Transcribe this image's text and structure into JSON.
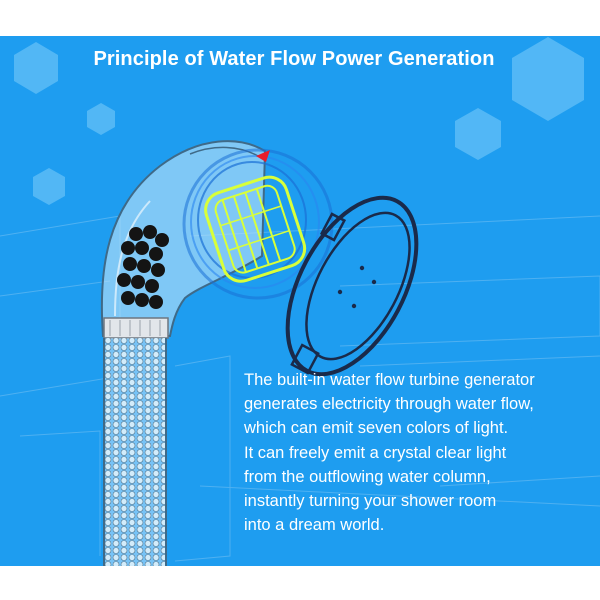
{
  "panel": {
    "title": "Principle of Water Flow Power Generation",
    "description_lines": [
      "The built-in water flow turbine generator",
      "generates electricity through water flow,",
      "which can emit seven colors of light.",
      "It can freely emit a crystal clear light",
      "from the outflowing water column,",
      "instantly turning your shower room",
      "into a dream world."
    ]
  },
  "colors": {
    "background": "#1e9df0",
    "hexagon": "#5cbcf7",
    "turbine": "#d8ff3a",
    "ring": "#1a2a4a",
    "text": "#ffffff"
  },
  "icons": [
    "hexagon-decoration",
    "shower-head-illustration",
    "turbine-generator-illustration",
    "shower-face-ring-illustration"
  ]
}
